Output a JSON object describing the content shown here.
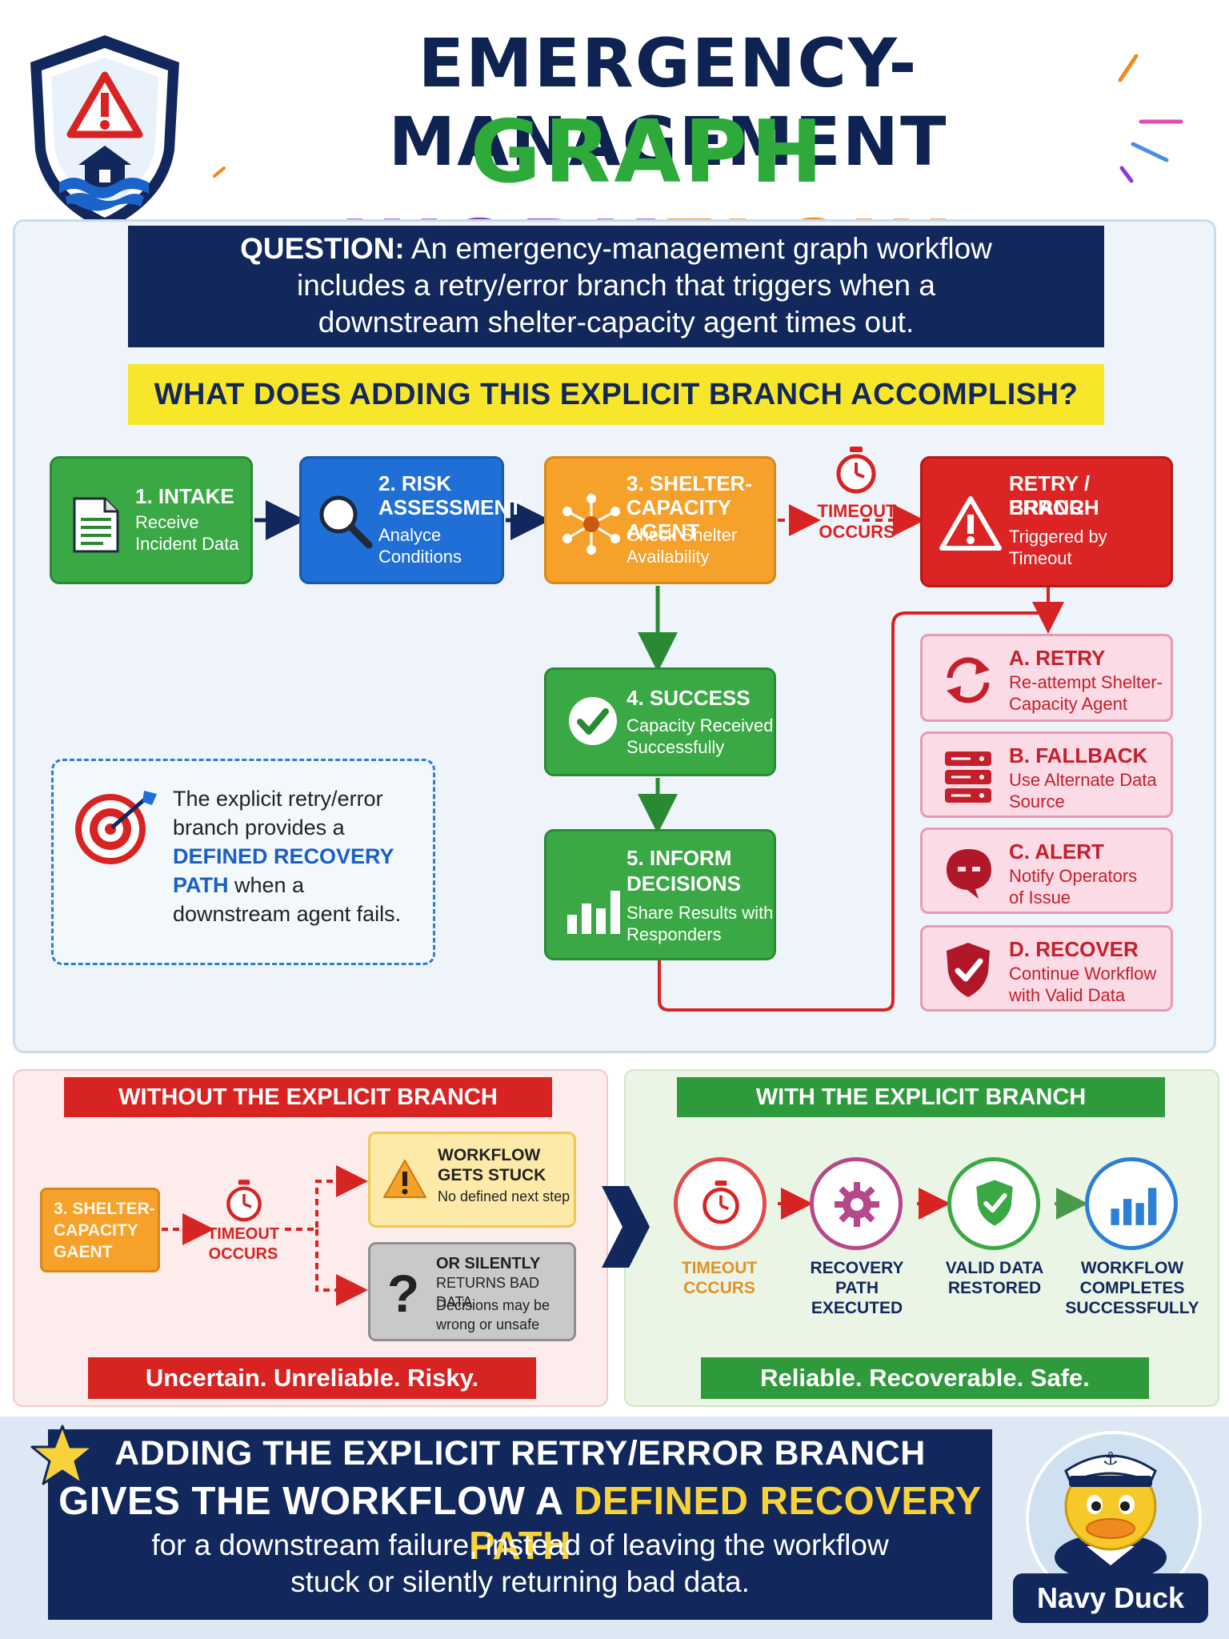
{
  "header": {
    "title_line1": "EMERGENCY-MANAGEMENT",
    "title_line2_a": "GRAPH ",
    "title_line2_b": "WORK",
    "title_line2_c": "FLOW"
  },
  "question": {
    "label": "QUESTION:",
    "line1": "An emergency-management graph workflow",
    "line2": "includes a retry/error branch that triggers when a",
    "line3": "downstream shelter-capacity agent times out."
  },
  "prompt_banner": "WHAT DOES ADDING THIS EXPLICIT BRANCH ACCOMPLISH?",
  "workflow": {
    "intake": {
      "title": "1. INTAKE",
      "desc1": "Receive",
      "desc2": "Incident Data"
    },
    "risk": {
      "title1": "2. RISK",
      "title2": "ASSESSMENT",
      "desc1": "Analyce",
      "desc2": "Conditions"
    },
    "shelter": {
      "title1": "3. SHELTER-",
      "title2": "CAPACITY AGENT",
      "desc1": "Check Shelter",
      "desc2": "Availability"
    },
    "timeout": {
      "line1": "TIMEOUT",
      "line2": "OCCURS"
    },
    "retry_branch": {
      "title1": "RETRY / ERROR",
      "title2": "BRANCH",
      "desc1": "Triggered by",
      "desc2": "Timeout"
    },
    "success": {
      "title": "4. SUCCESS",
      "desc1": "Capacity Received",
      "desc2": "Successfully"
    },
    "inform": {
      "title1": "5. INFORM",
      "title2": "DECISIONS",
      "desc1": "Share Results with",
      "desc2": "Responders"
    },
    "steps": [
      {
        "title": "A. RETRY",
        "desc1": "Re-attempt Shelter-",
        "desc2": "Capacity Agent"
      },
      {
        "title": "B. FALLBACK",
        "desc1": "Use Alternate Data",
        "desc2": "Source"
      },
      {
        "title": "C. ALERT",
        "desc1": "Notify Operators",
        "desc2": "of Issue"
      },
      {
        "title": "D. RECOVER",
        "desc1": "Continue Workflow",
        "desc2": "with Valid Data"
      }
    ]
  },
  "note": {
    "text1": "The explicit retry/error branch provides a ",
    "highlight": "DEFINED RECOVERY PATH",
    "text2": " when a downstream agent fails."
  },
  "without": {
    "banner": "WITHOUT THE EXPLICIT BRANCH",
    "agent_line1": "3. SHELTER-",
    "agent_line2": "CAPACITY",
    "agent_line3": "GAENT",
    "timeout_line1": "TIMEOUT",
    "timeout_line2": "OCCURS",
    "stuck_title1": "WORKFLOW",
    "stuck_title2": "GETS STUCK",
    "stuck_desc": "No defined next step",
    "bad_title1": "OR SILENTLY",
    "bad_title2": "RETURNS BAD DATA",
    "bad_desc1": "Decisions may be",
    "bad_desc2": "wrong or unsafe",
    "footer": "Uncertain. Unreliable. Risky."
  },
  "with": {
    "banner": "WITH THE EXPLICIT BRANCH",
    "steps": [
      {
        "l1": "TIMEOUT",
        "l2": "CCCURS",
        "l3": ""
      },
      {
        "l1": "RECOVERY",
        "l2": "PATH",
        "l3": "EXECUTED"
      },
      {
        "l1": "VALID DATA",
        "l2": "RESTORED",
        "l3": ""
      },
      {
        "l1": "WORKFLOW",
        "l2": "COMPLETES",
        "l3": "SUCCESSFULLY"
      }
    ],
    "footer": "Reliable. Recoverable. Safe."
  },
  "conclusion": {
    "line1": "ADDING THE EXPLICIT RETRY/ERROR BRANCH",
    "line2_a": "GIVES THE WORKFLOW A ",
    "line2_hl": "DEFINED RECOVERY PATH",
    "line3": "for a downstream failure, instead of leaving the workflow",
    "line4": "stuck or silently returning bad data."
  },
  "mascot": {
    "label": "Navy Duck"
  },
  "colors": {
    "navy": "#12285c",
    "green": "#3aa844",
    "blue": "#1f6fd6",
    "orange": "#f5a12a",
    "red": "#dc2424",
    "yellow": "#f7e62a"
  }
}
